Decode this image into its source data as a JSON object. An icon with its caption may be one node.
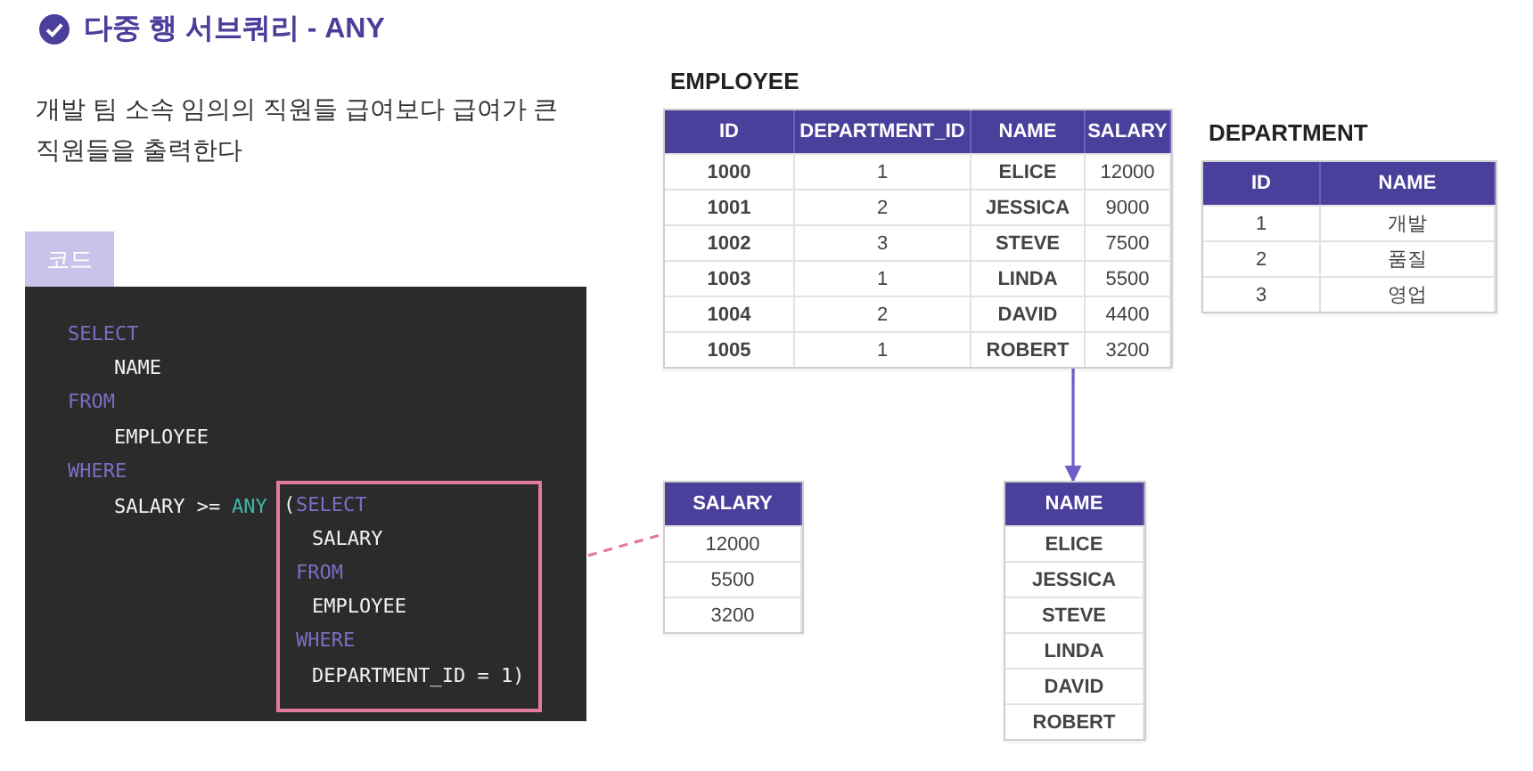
{
  "diagram": {
    "title": "다중 행 서브쿼리 - ANY",
    "nodes": [
      {
        "text": [
          "코드",
          "SELECT",
          "NAME",
          "FROM",
          "EMPLOYEE",
          "WHERE",
          "SALARY >=",
          "ANY"
        ]
      },
      {
        "text": [
          "(",
          "SELECT",
          "SALARY",
          "FROM",
          "EMPLOYEE",
          "WHERE",
          "DEPARTMENT_ID = 1)"
        ],
        "in": 0
      },
      {
        "text": [
          "EMPLOYEE",
          "ID",
          "DEPARTMENT_ID",
          "NAME",
          "SALARY",
          "1000",
          "1",
          "ELICE",
          "12000",
          "1001",
          "2",
          "JESSICA",
          "9000",
          "1002",
          "3",
          "STEVE",
          "7500",
          "1003",
          "1",
          "LINDA",
          "5500",
          "1004",
          "2",
          "DAVID",
          "4400",
          "1005",
          "1",
          "ROBERT",
          "3200"
        ]
      },
      {
        "text": [
          "DEPARTMENT",
          "ID",
          "NAME",
          "1",
          "개발",
          "2",
          "품질",
          "3",
          "영업"
        ]
      },
      {
        "text": [
          "SALARY",
          "12000",
          "5500",
          "3200"
        ]
      },
      {
        "text": [
          "NAME",
          "ELICE",
          "JESSICA",
          "STEVE",
          "LINDA",
          "DAVID",
          "ROBERT"
        ]
      }
    ],
    "edges": [
      {
        "from": 1,
        "to": 4,
        "arrow": "none",
        "style": "dashed",
        "color": "#e07aa0"
      },
      {
        "from": 2,
        "to": 5,
        "arrow": "to",
        "color": "#6b5fc7"
      }
    ],
    "labels": [
      "개발 팀 소속 임의의 직원들 급여보다 급여가 큰 직원들을 출력한다"
    ]
  }
}
